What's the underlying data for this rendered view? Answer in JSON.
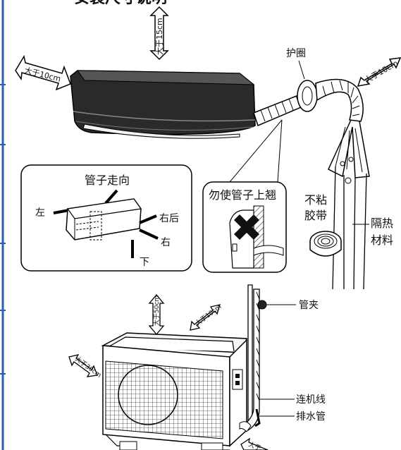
{
  "header_partial": "安装尺寸说明",
  "clearances": {
    "indoor_top": "大于15cm",
    "indoor_left": "大于10cm",
    "indoor_right": "大于10cm",
    "outdoor_top": "大于50cm",
    "outdoor_right": "大于10cm",
    "outdoor_left": "大于30cm",
    "outdoor_front": "大于"
  },
  "labels": {
    "guard_ring": "护圈",
    "non_stick_tape_line1": "不粘",
    "non_stick_tape_line2": "胶带",
    "insulation_line1": "隔热",
    "insulation_line2": "材料",
    "pipe_clamp": "管夹",
    "connection_wire": "连机线",
    "drain_pipe": "排水管"
  },
  "pipe_direction_box": {
    "title": "管子走向",
    "left": "左",
    "right_rear": "右后",
    "right": "右",
    "down": "下"
  },
  "warning_box": {
    "title": "勿使管子上翘"
  }
}
